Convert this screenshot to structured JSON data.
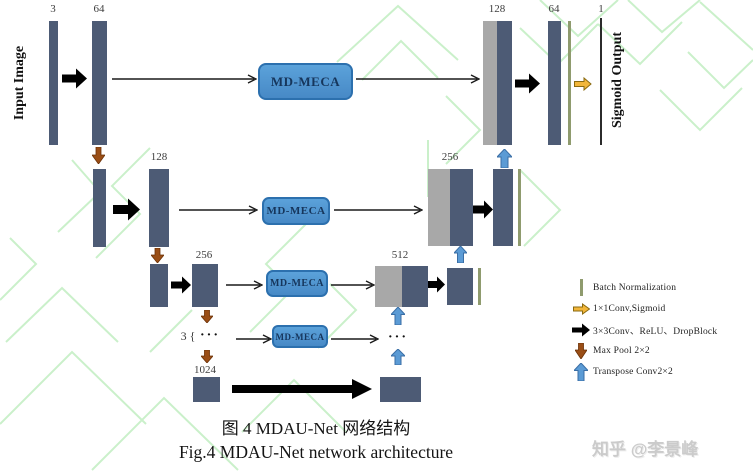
{
  "diagram": {
    "input_label": "Input Image",
    "output_label": "Sigmoid Output",
    "block_label": "MD-MECA",
    "channels": {
      "row1_in": "3",
      "row1_conv": "64",
      "row1_concat": "128",
      "row1_out": "64",
      "row1_final": "1",
      "row2_conv": "128",
      "row2_concat": "256",
      "row3_conv": "256",
      "row3_concat": "512",
      "row4_repeat": "3 {",
      "row4_dots_left": "···",
      "row4_dots_right": "···",
      "row5": "1024"
    }
  },
  "legend": {
    "items": [
      {
        "icon": "batch-norm-line",
        "label": "Batch Normalization"
      },
      {
        "icon": "sigmoid-conv-arrow",
        "label": "1×1Conv,Sigmoid"
      },
      {
        "icon": "conv-arrow",
        "label": "3×3Conv、ReLU、DropBlock"
      },
      {
        "icon": "maxpool-arrow",
        "label": "Max Pool 2×2"
      },
      {
        "icon": "transpose-conv-arrow",
        "label": "Transpose Conv2×2"
      }
    ]
  },
  "caption": {
    "zh": "图 4 MDAU-Net 网络结构",
    "en": "Fig.4 MDAU-Net network architecture"
  },
  "watermark": "知乎 @李景峰",
  "colors": {
    "feature_bar": "#4d5b75",
    "copied_feature_bar": "#a8a8a8",
    "block_fill": "#4f96d2",
    "block_border": "#2c70ae",
    "batch_norm_line": "#8f9b6e",
    "maxpool_arrow": "#9a4e16",
    "transpose_arrow": "#5b9bd5",
    "sigmoid_arrow": "#f2b63a",
    "watermark_green": "#9fe49f"
  }
}
